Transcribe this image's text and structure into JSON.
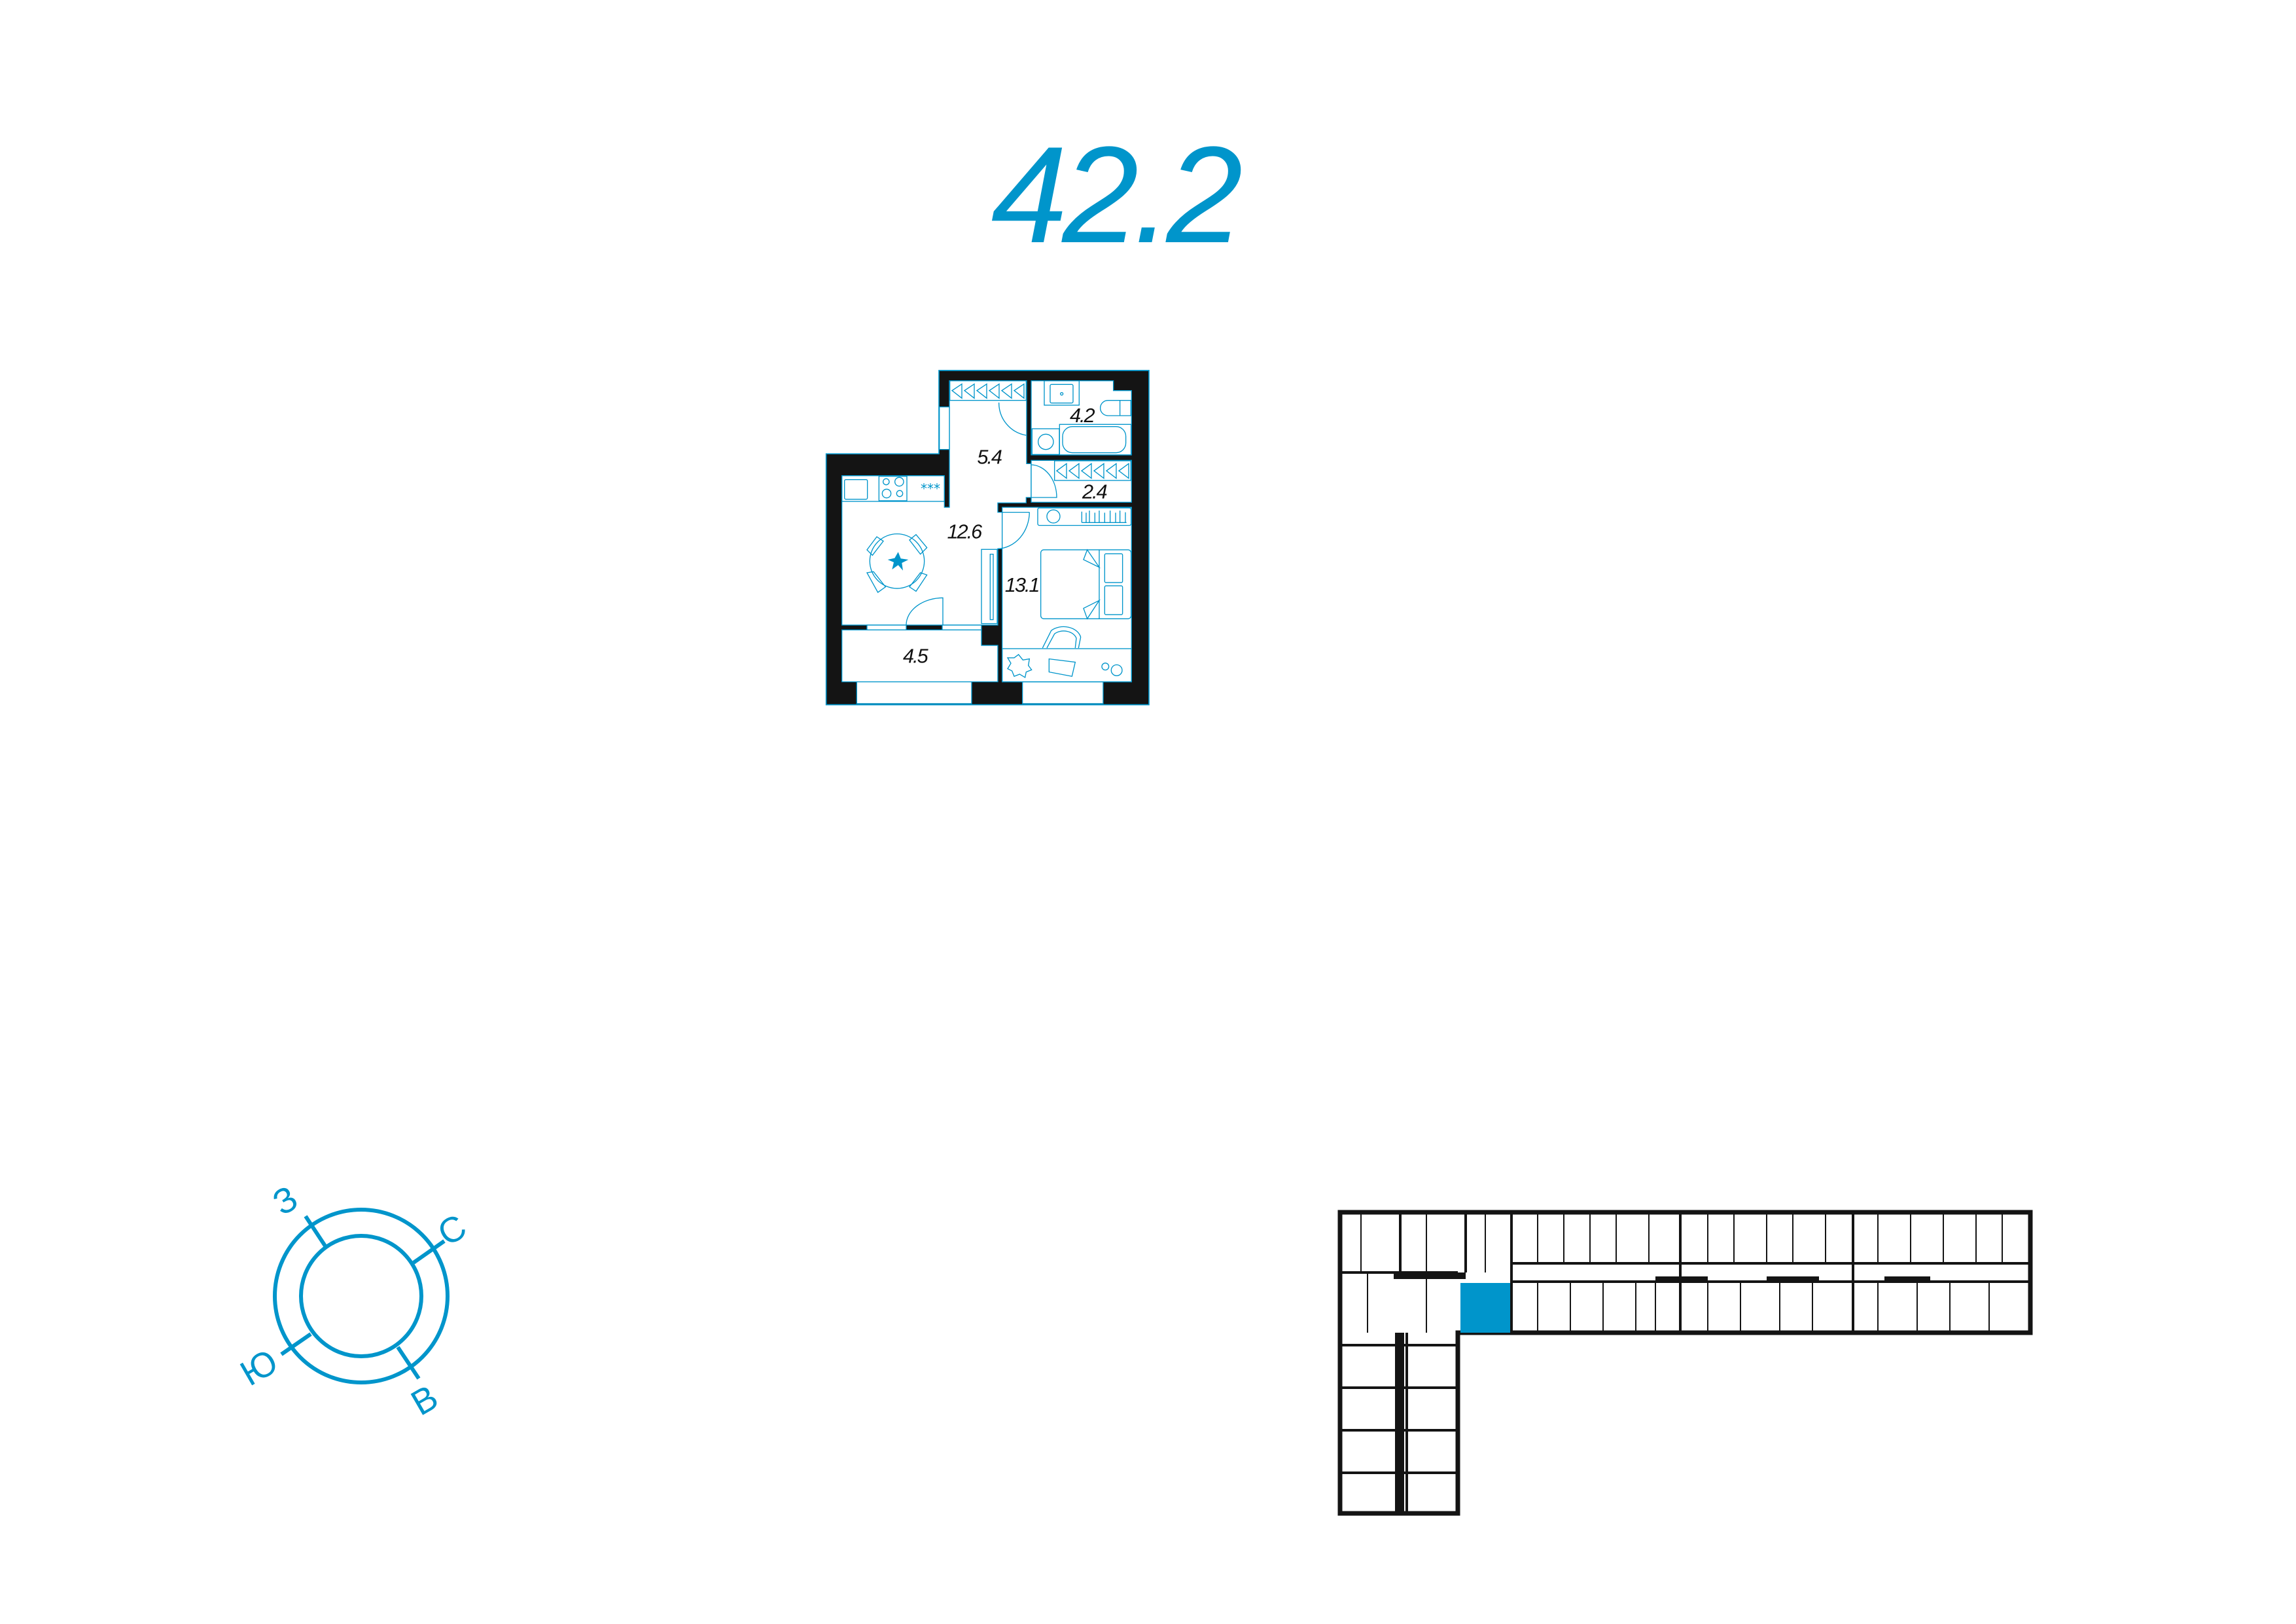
{
  "apartment": {
    "total_area": "42.2",
    "rooms": [
      {
        "name": "hallway",
        "area": "5.4"
      },
      {
        "name": "bathroom",
        "area": "4.2"
      },
      {
        "name": "storage",
        "area": "2.4"
      },
      {
        "name": "kitchen",
        "area": "12.6"
      },
      {
        "name": "bedroom",
        "area": "13.1"
      },
      {
        "name": "balcony",
        "area": "4.5"
      }
    ],
    "kitchen_appliance_mark": "***"
  },
  "compass": {
    "west": "З",
    "north": "С",
    "south": "Ю",
    "east": "В"
  },
  "colors": {
    "accent": "#0095cb",
    "wall": "#141414",
    "highlight": "#0095cb"
  }
}
